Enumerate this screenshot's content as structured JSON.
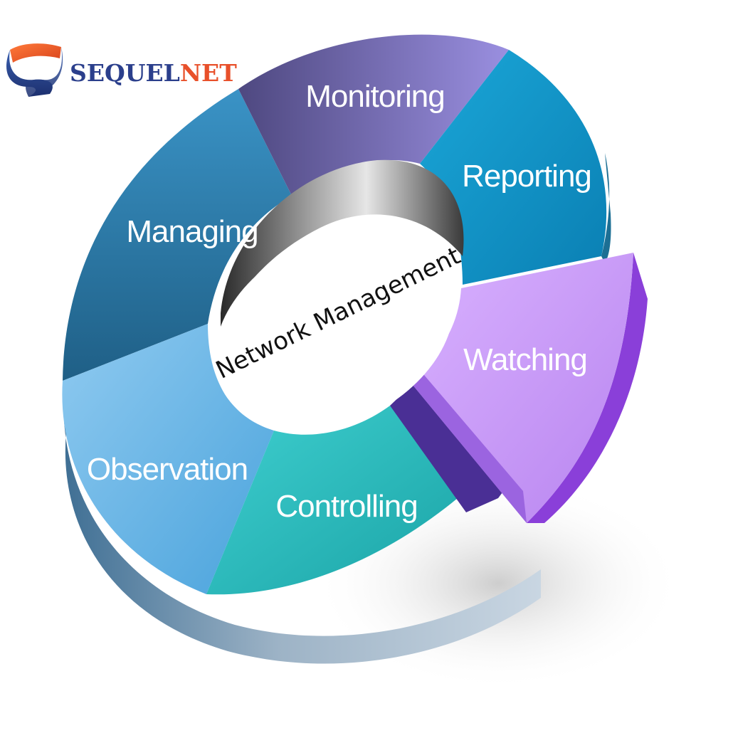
{
  "brand": {
    "name_part1": "SEQUEL",
    "name_part2": "NET",
    "logo_icon": "shield-s-logo",
    "colors": {
      "part1": "#2b3f8c",
      "part2": "#e8502a"
    }
  },
  "diagram": {
    "center_title": "Network Management",
    "segments": [
      {
        "id": "monitoring",
        "label": "Monitoring",
        "color": "#6e5fb0"
      },
      {
        "id": "reporting",
        "label": "Reporting",
        "color": "#1296c9"
      },
      {
        "id": "watching",
        "label": "Watching",
        "color": "#c79af7"
      },
      {
        "id": "controlling",
        "label": "Controlling",
        "color": "#2ebfc0"
      },
      {
        "id": "observation",
        "label": "Observation",
        "color": "#64b4e6"
      },
      {
        "id": "managing",
        "label": "Managing",
        "color": "#2f82b5"
      }
    ]
  }
}
